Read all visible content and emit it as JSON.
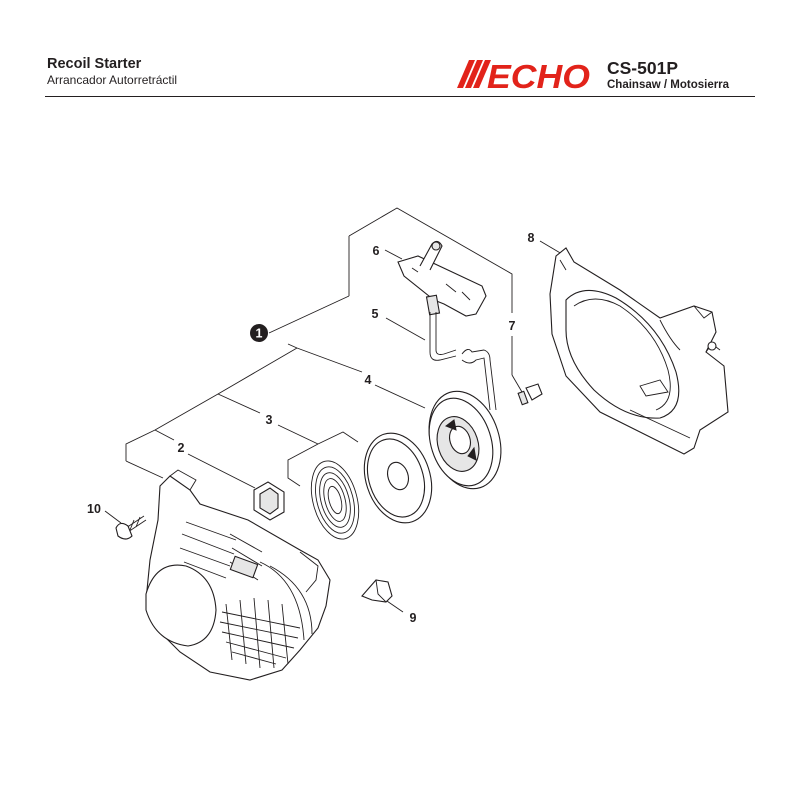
{
  "header": {
    "title": "Recoil Starter",
    "subtitle": "Arrancador Autorretráctil",
    "brand": "ECHO",
    "brand_color": "#e2231a",
    "model": "CS-501P",
    "product": "Chainsaw / Motosierra"
  },
  "callouts": {
    "c1": "1",
    "c2": "2",
    "c3": "3",
    "c4": "4",
    "c5": "5",
    "c6": "6",
    "c7": "7",
    "c8": "8",
    "c9": "9",
    "c10": "10"
  }
}
